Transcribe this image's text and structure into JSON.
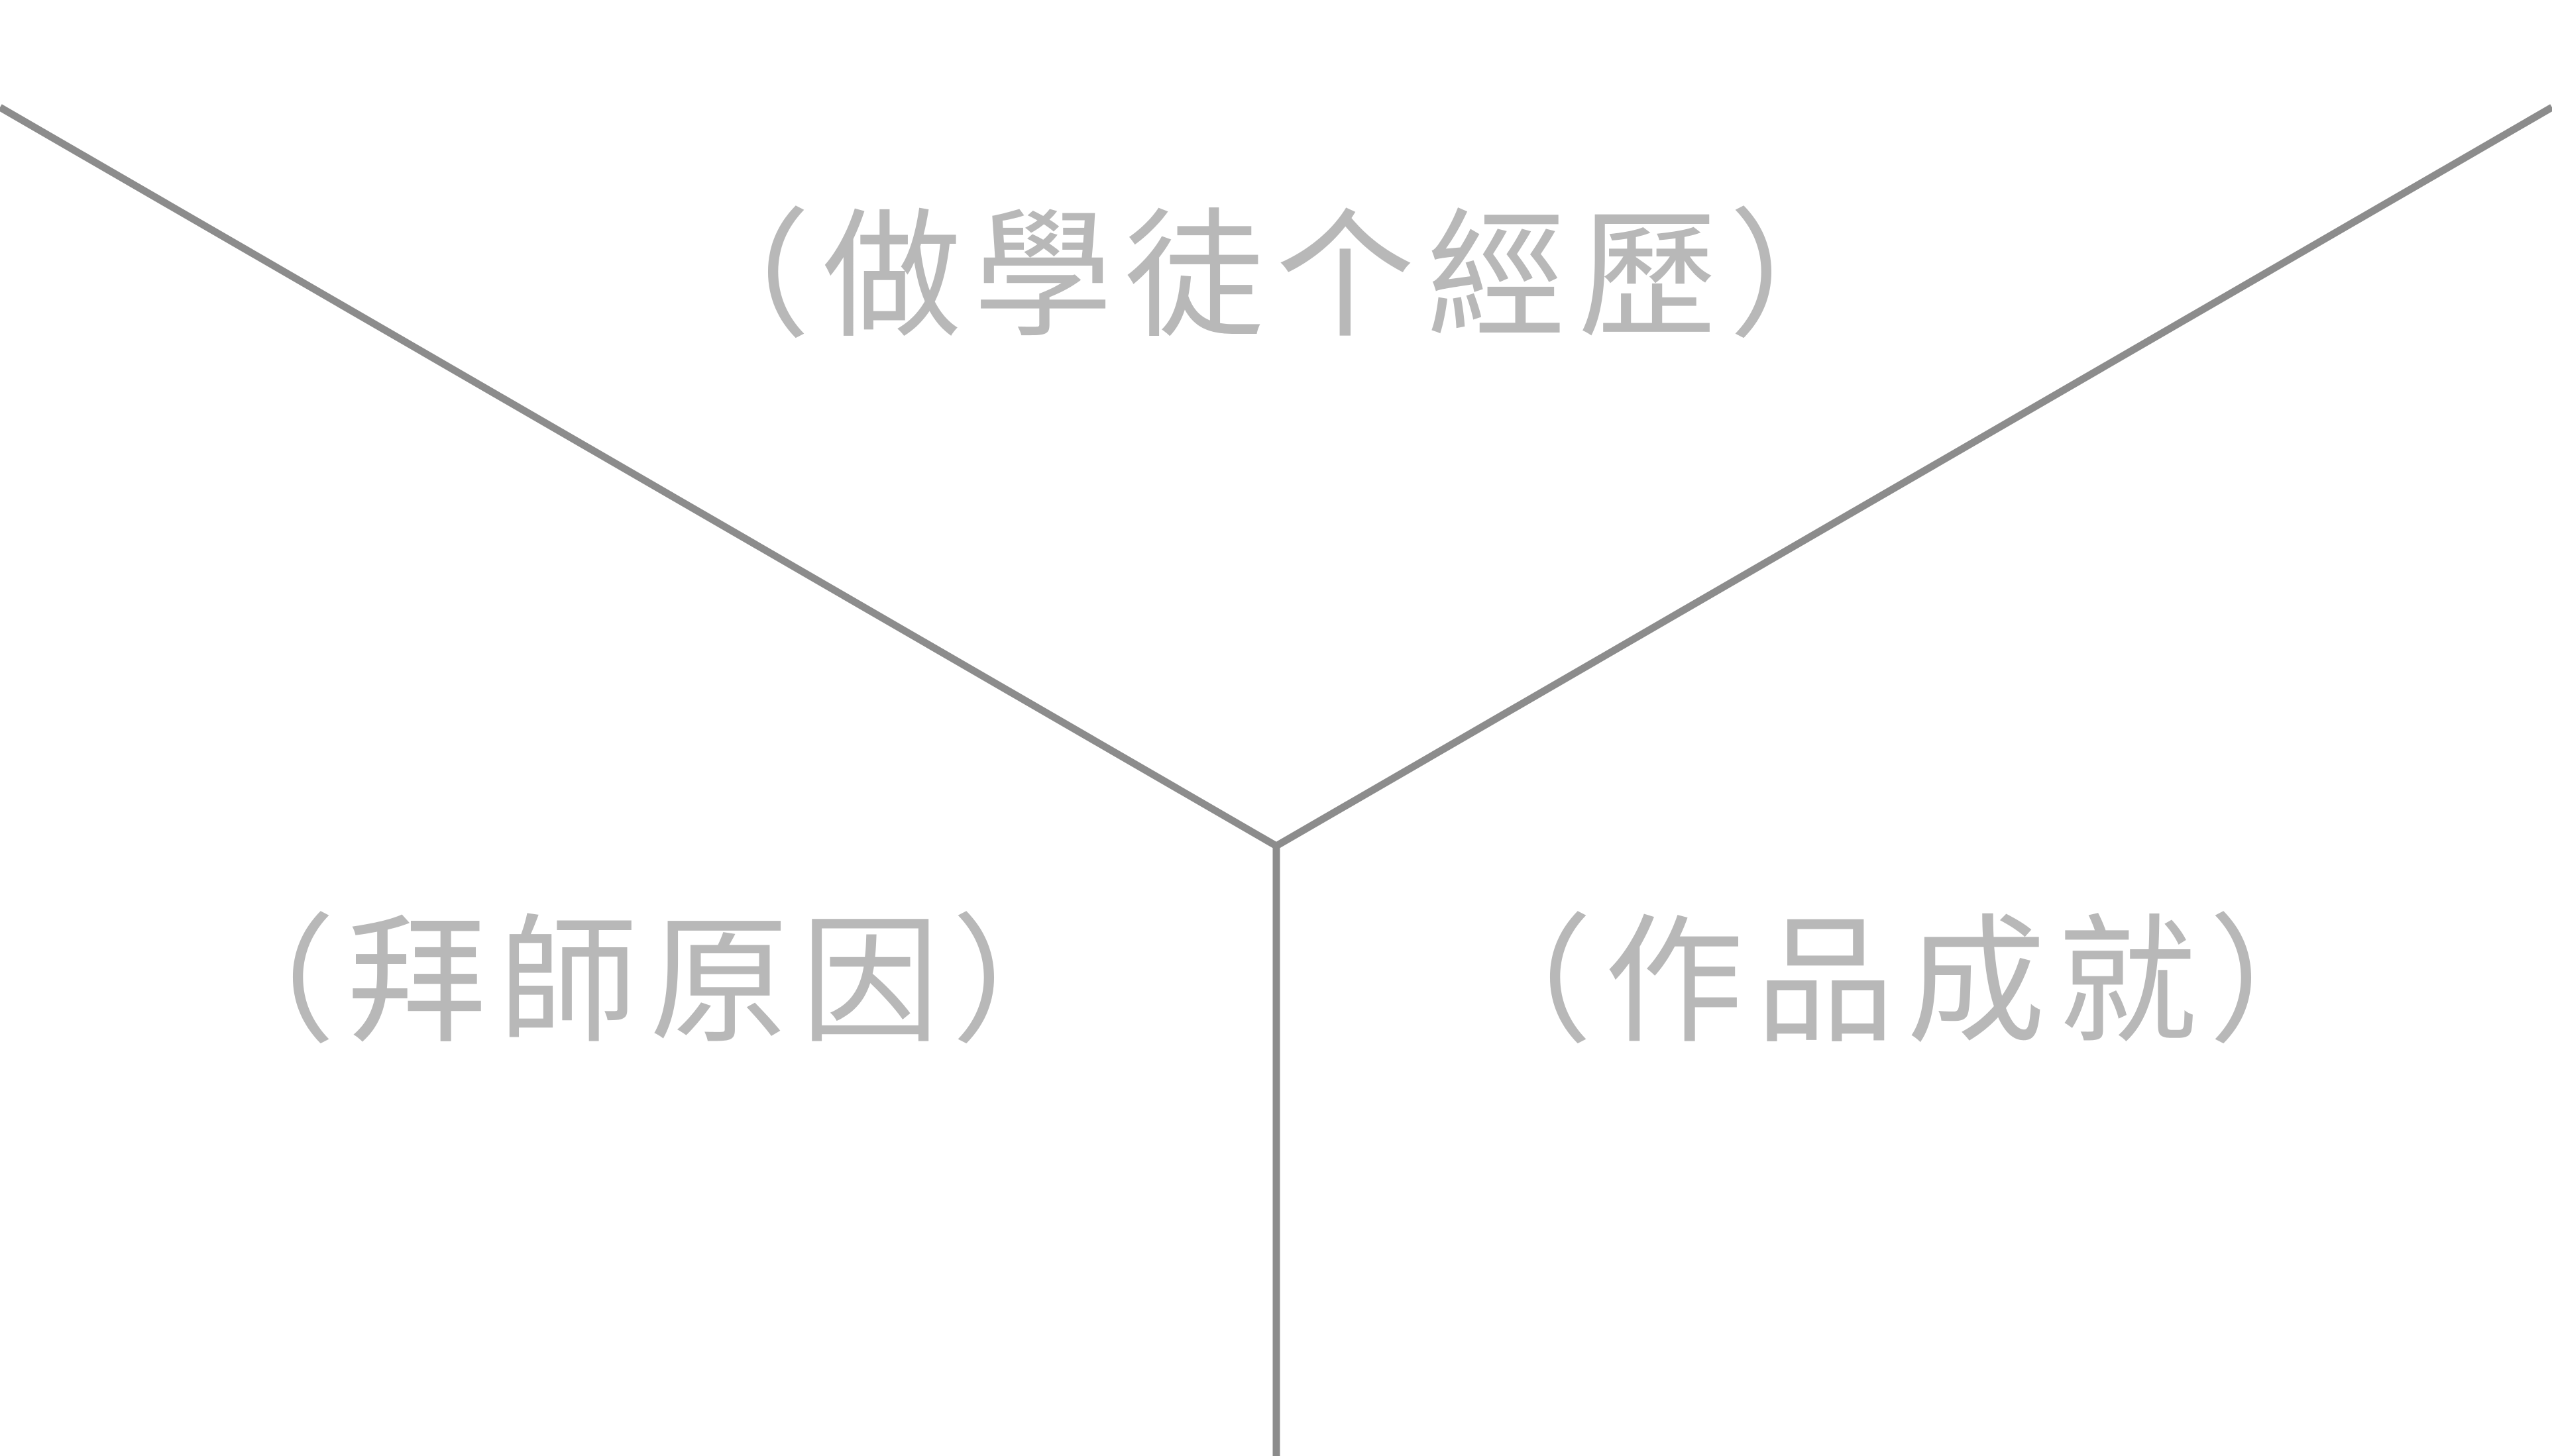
{
  "diagram": {
    "line_color": "#8c8c8c",
    "text_color": "#b8b8b8",
    "background": "#ffffff",
    "labels": {
      "top": "（做學徒个經歷）",
      "left": "（拜師原因）",
      "right": "（作品成就）"
    }
  }
}
